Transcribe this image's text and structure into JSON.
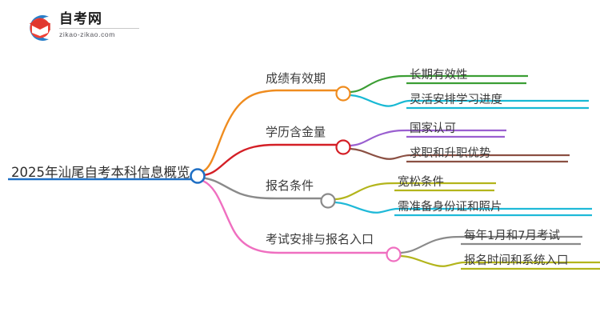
{
  "logo": {
    "name_cn": "自考网",
    "url": "zikao-zikao.com",
    "icon": "graduation-cap-icon",
    "ring_color": "#2a7fc9",
    "cap_color": "#e0382f"
  },
  "mindmap": {
    "root": {
      "label": "2025年汕尾自考本科信息概览",
      "node_color": "#1f6fc4",
      "underline_color": "#1f6fc4"
    },
    "branches": [
      {
        "label": "成绩有效期",
        "color": "#ef8c1f",
        "children": [
          {
            "label": "长期有效性",
            "color": "#3b9e34"
          },
          {
            "label": "灵活安排学习进度",
            "color": "#18b9d4"
          }
        ]
      },
      {
        "label": "学历含金量",
        "color": "#d41f26",
        "children": [
          {
            "label": "国家认可",
            "color": "#9a5fd0"
          },
          {
            "label": "求职和升职优势",
            "color": "#8b5043"
          }
        ]
      },
      {
        "label": "报名条件",
        "color": "#8a8a8a",
        "children": [
          {
            "label": "宽松条件",
            "color": "#b3b51c"
          },
          {
            "label": "需准备身份证和照片",
            "color": "#1fb9d8"
          }
        ]
      },
      {
        "label": "考试安排与报名入口",
        "color": "#ef6fc0",
        "children": [
          {
            "label": "每年1月和7月考试",
            "color": "#8a8a8a"
          },
          {
            "label": "报名时间和系统入口",
            "color": "#b3b51c"
          }
        ]
      }
    ]
  }
}
